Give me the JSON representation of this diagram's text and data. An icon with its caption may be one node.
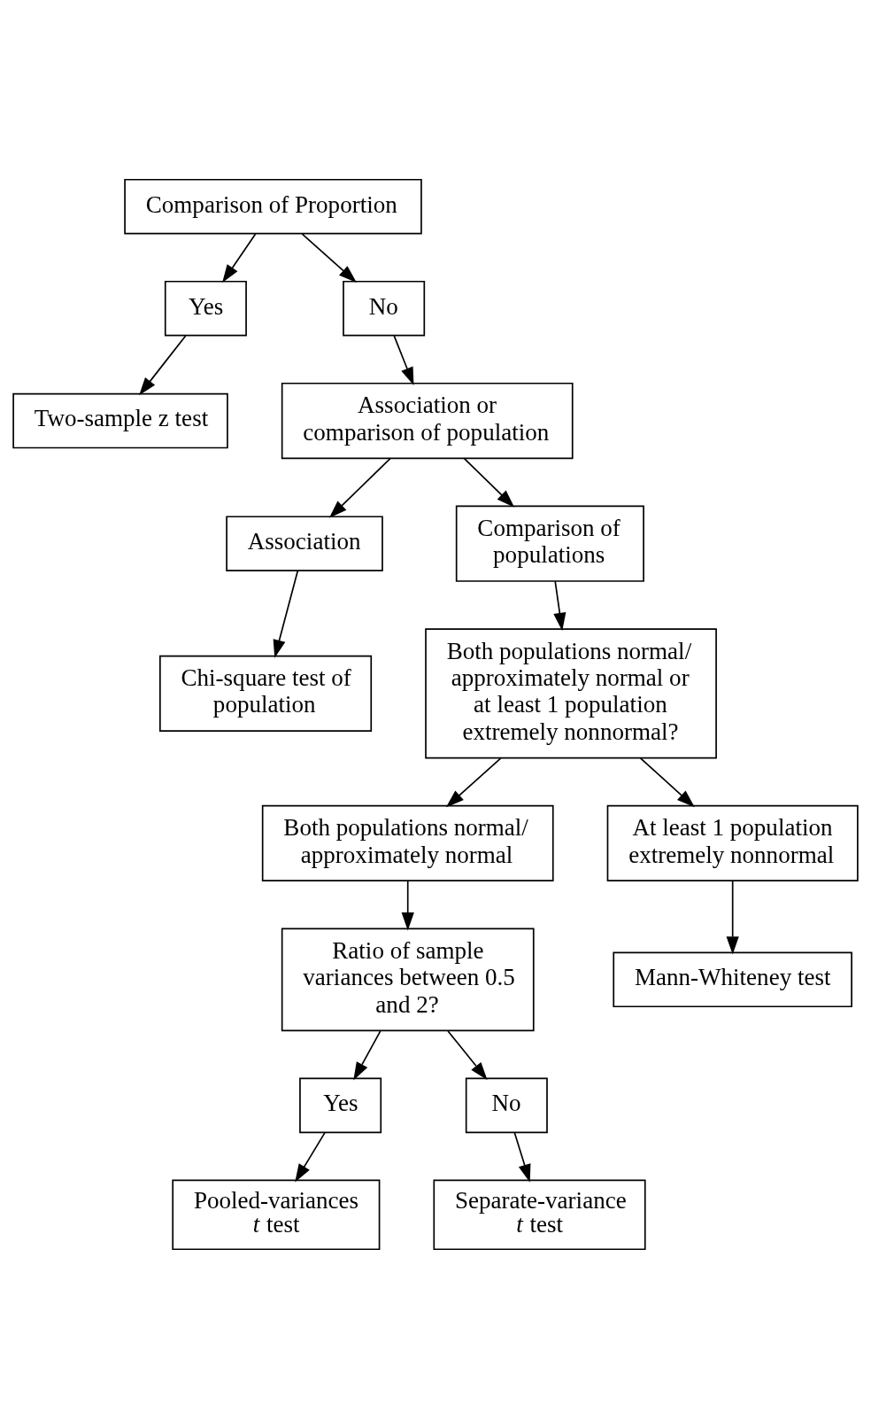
{
  "diagram": {
    "nodes": [
      {
        "text": [
          "Comparison of Proportion"
        ]
      },
      {
        "text": [
          "Yes"
        ]
      },
      {
        "text": [
          "No"
        ]
      },
      {
        "text": [
          "Two-sample z test"
        ]
      },
      {
        "text": [
          "Association or comparison of population"
        ]
      },
      {
        "text": [
          "Association"
        ]
      },
      {
        "text": [
          "Comparison of populations"
        ]
      },
      {
        "text": [
          "Chi-square test of population"
        ]
      },
      {
        "text": [
          "Both populations normal/ approximately normal or at least 1 population extremely nonnormal?"
        ]
      },
      {
        "text": [
          "Both populations normal/ approximately normal"
        ]
      },
      {
        "text": [
          "At least 1 population extremely nonnormal"
        ]
      },
      {
        "text": [
          "Ratio of sample variances between 0.5 and 2?"
        ]
      },
      {
        "text": [
          "Mann-Whiteney test"
        ]
      },
      {
        "text": [
          "Yes"
        ]
      },
      {
        "text": [
          "No"
        ]
      },
      {
        "text": [
          "Pooled-variances *t* test"
        ]
      },
      {
        "text": [
          "Separate-variance *t* test"
        ]
      }
    ],
    "edges": [
      {
        "from": 0,
        "to": 1,
        "arrow": "to"
      },
      {
        "from": 0,
        "to": 2,
        "arrow": "to"
      },
      {
        "from": 1,
        "to": 3,
        "arrow": "to"
      },
      {
        "from": 2,
        "to": 4,
        "arrow": "to"
      },
      {
        "from": 4,
        "to": 5,
        "arrow": "to"
      },
      {
        "from": 4,
        "to": 6,
        "arrow": "to"
      },
      {
        "from": 5,
        "to": 7,
        "arrow": "to"
      },
      {
        "from": 6,
        "to": 8,
        "arrow": "to"
      },
      {
        "from": 8,
        "to": 9,
        "arrow": "to"
      },
      {
        "from": 8,
        "to": 10,
        "arrow": "to"
      },
      {
        "from": 9,
        "to": 11,
        "arrow": "to"
      },
      {
        "from": 10,
        "to": 12,
        "arrow": "to"
      },
      {
        "from": 11,
        "to": 13,
        "arrow": "to"
      },
      {
        "from": 11,
        "to": 14,
        "arrow": "to"
      },
      {
        "from": 13,
        "to": 15,
        "arrow": "to"
      },
      {
        "from": 14,
        "to": 16,
        "arrow": "to"
      }
    ]
  }
}
